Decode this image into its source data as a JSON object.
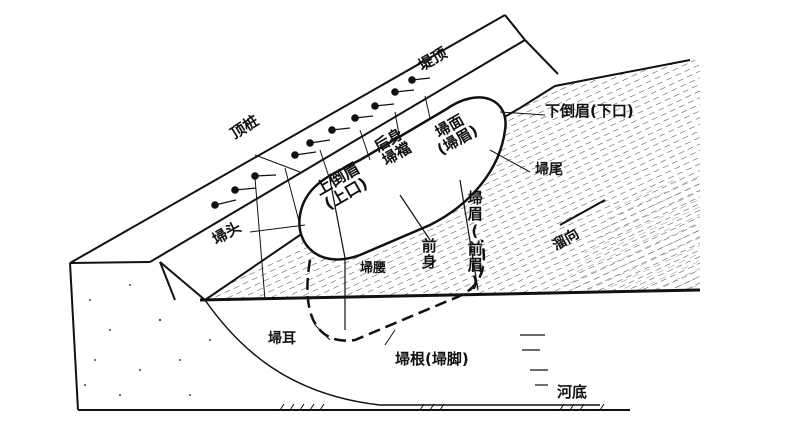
{
  "labels": {
    "dike_top": "堤顶",
    "top_stakes": "顶桩",
    "lower_corner": "下倒眉(下口)",
    "back_body": "后身\n埽襠",
    "surface": "埽面\n(埽眉)",
    "upper_corner": "上倒眉\n(上口)",
    "tail": "埽尾",
    "head": "埽头",
    "front_body": "前身",
    "front_eyebrow": "埽眉(前眉)",
    "waist": "埽腰",
    "current": "溜向",
    "ear": "埽耳",
    "root": "埽根(埽脚)",
    "riverbed": "河底"
  },
  "colors": {
    "ink": "#111111",
    "paper": "#ffffff"
  }
}
